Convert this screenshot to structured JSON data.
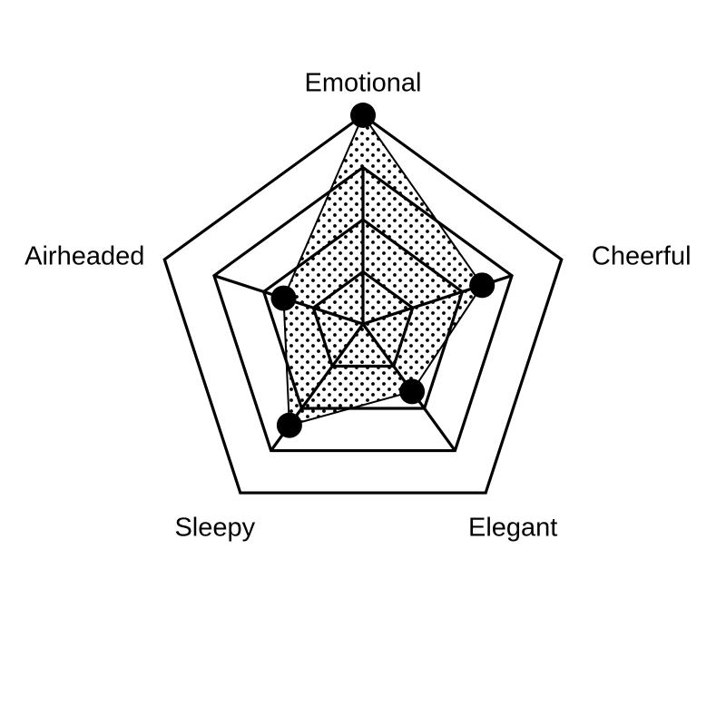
{
  "chart_data": {
    "type": "radar",
    "axes": [
      "Emotional",
      "Cheerful",
      "Elegant",
      "Sleepy",
      "Airheaded"
    ],
    "values": [
      5,
      3,
      2,
      3,
      2
    ],
    "rings": 4,
    "range": [
      0,
      5
    ],
    "grid": true,
    "legend": "none",
    "colors": {
      "grid": "#000000",
      "marker": "#000000",
      "fill_dots": "#000000",
      "background": "#ffffff"
    },
    "fill_pattern": "dots"
  }
}
